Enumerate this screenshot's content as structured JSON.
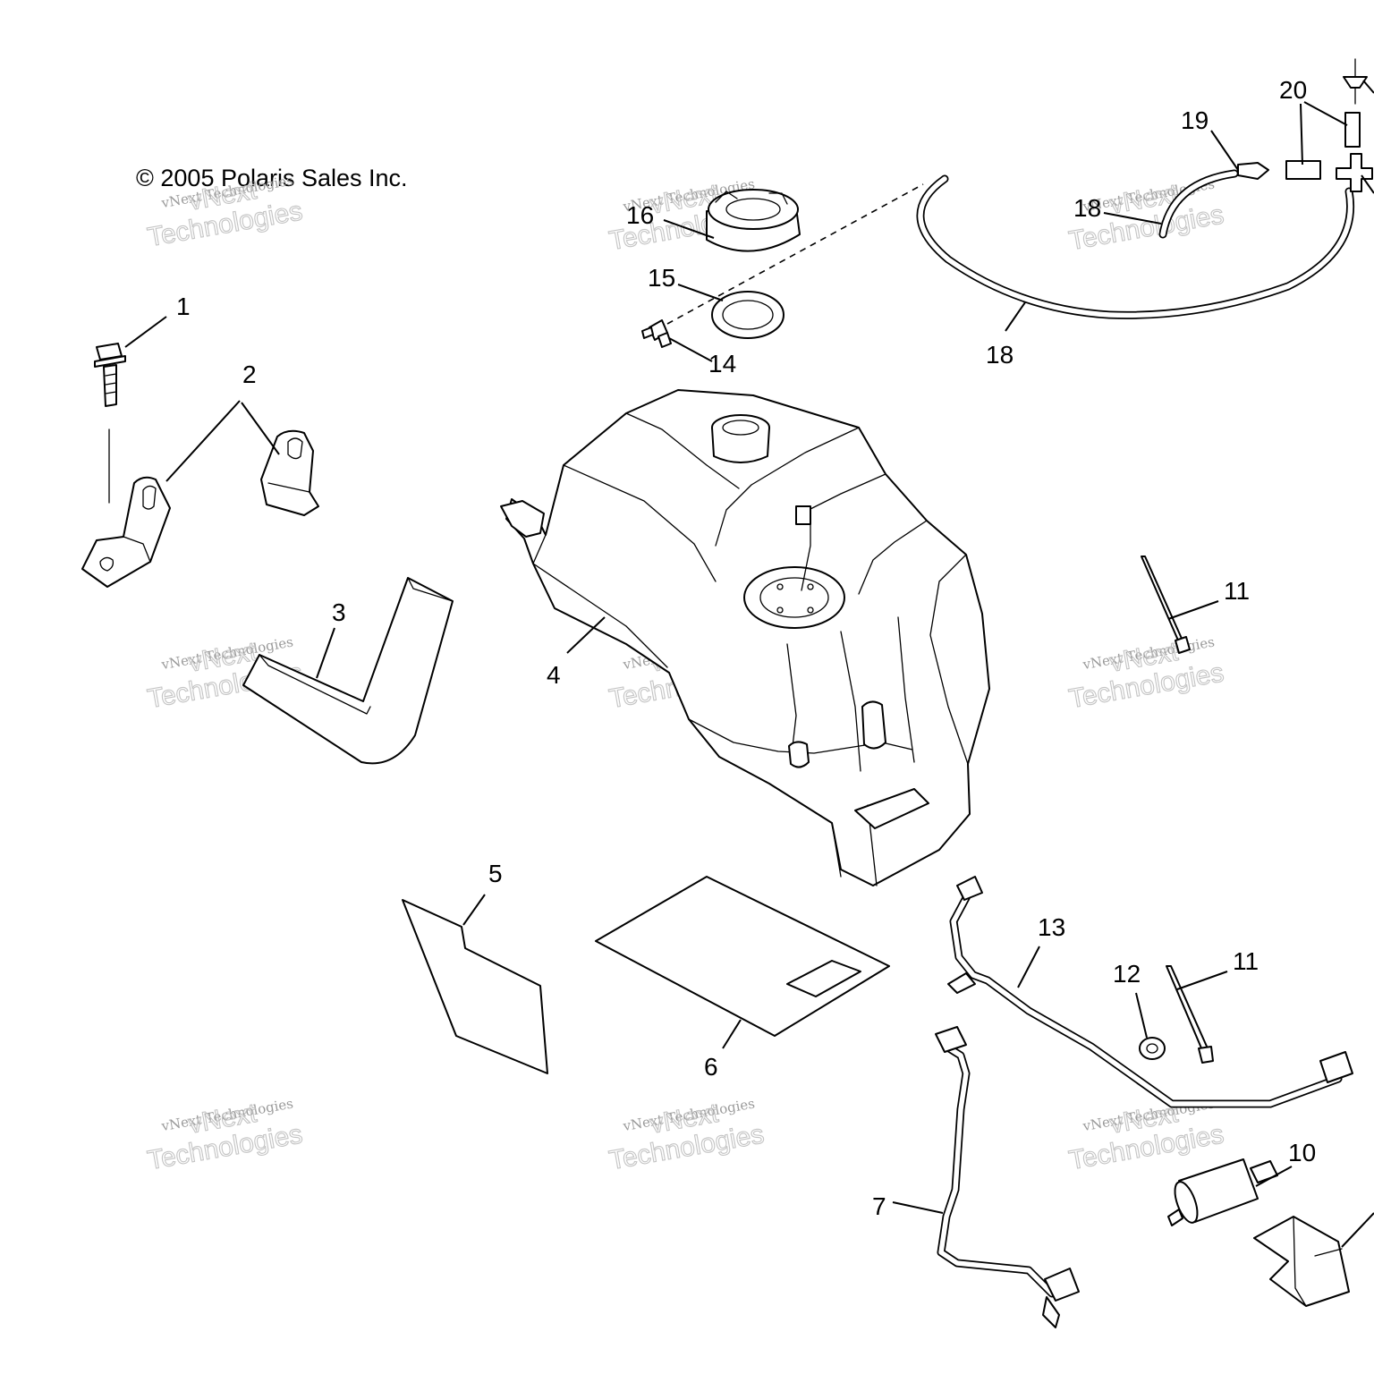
{
  "copyright": "© 2005 Polaris Sales Inc.",
  "watermark": {
    "line1": "vNext Technologies",
    "line2": "vNext",
    "line3": "Technologies"
  },
  "callouts": [
    {
      "id": "1",
      "text": "1"
    },
    {
      "id": "2",
      "text": "2"
    },
    {
      "id": "3",
      "text": "3"
    },
    {
      "id": "4",
      "text": "4"
    },
    {
      "id": "5",
      "text": "5"
    },
    {
      "id": "6",
      "text": "6"
    },
    {
      "id": "7",
      "text": "7"
    },
    {
      "id": "10",
      "text": "10"
    },
    {
      "id": "11a",
      "text": "11"
    },
    {
      "id": "11b",
      "text": "11"
    },
    {
      "id": "12",
      "text": "12"
    },
    {
      "id": "13",
      "text": "13"
    },
    {
      "id": "14",
      "text": "14"
    },
    {
      "id": "15",
      "text": "15"
    },
    {
      "id": "16",
      "text": "16"
    },
    {
      "id": "18a",
      "text": "18"
    },
    {
      "id": "18b",
      "text": "18"
    },
    {
      "id": "19",
      "text": "19"
    },
    {
      "id": "20",
      "text": "20"
    }
  ]
}
